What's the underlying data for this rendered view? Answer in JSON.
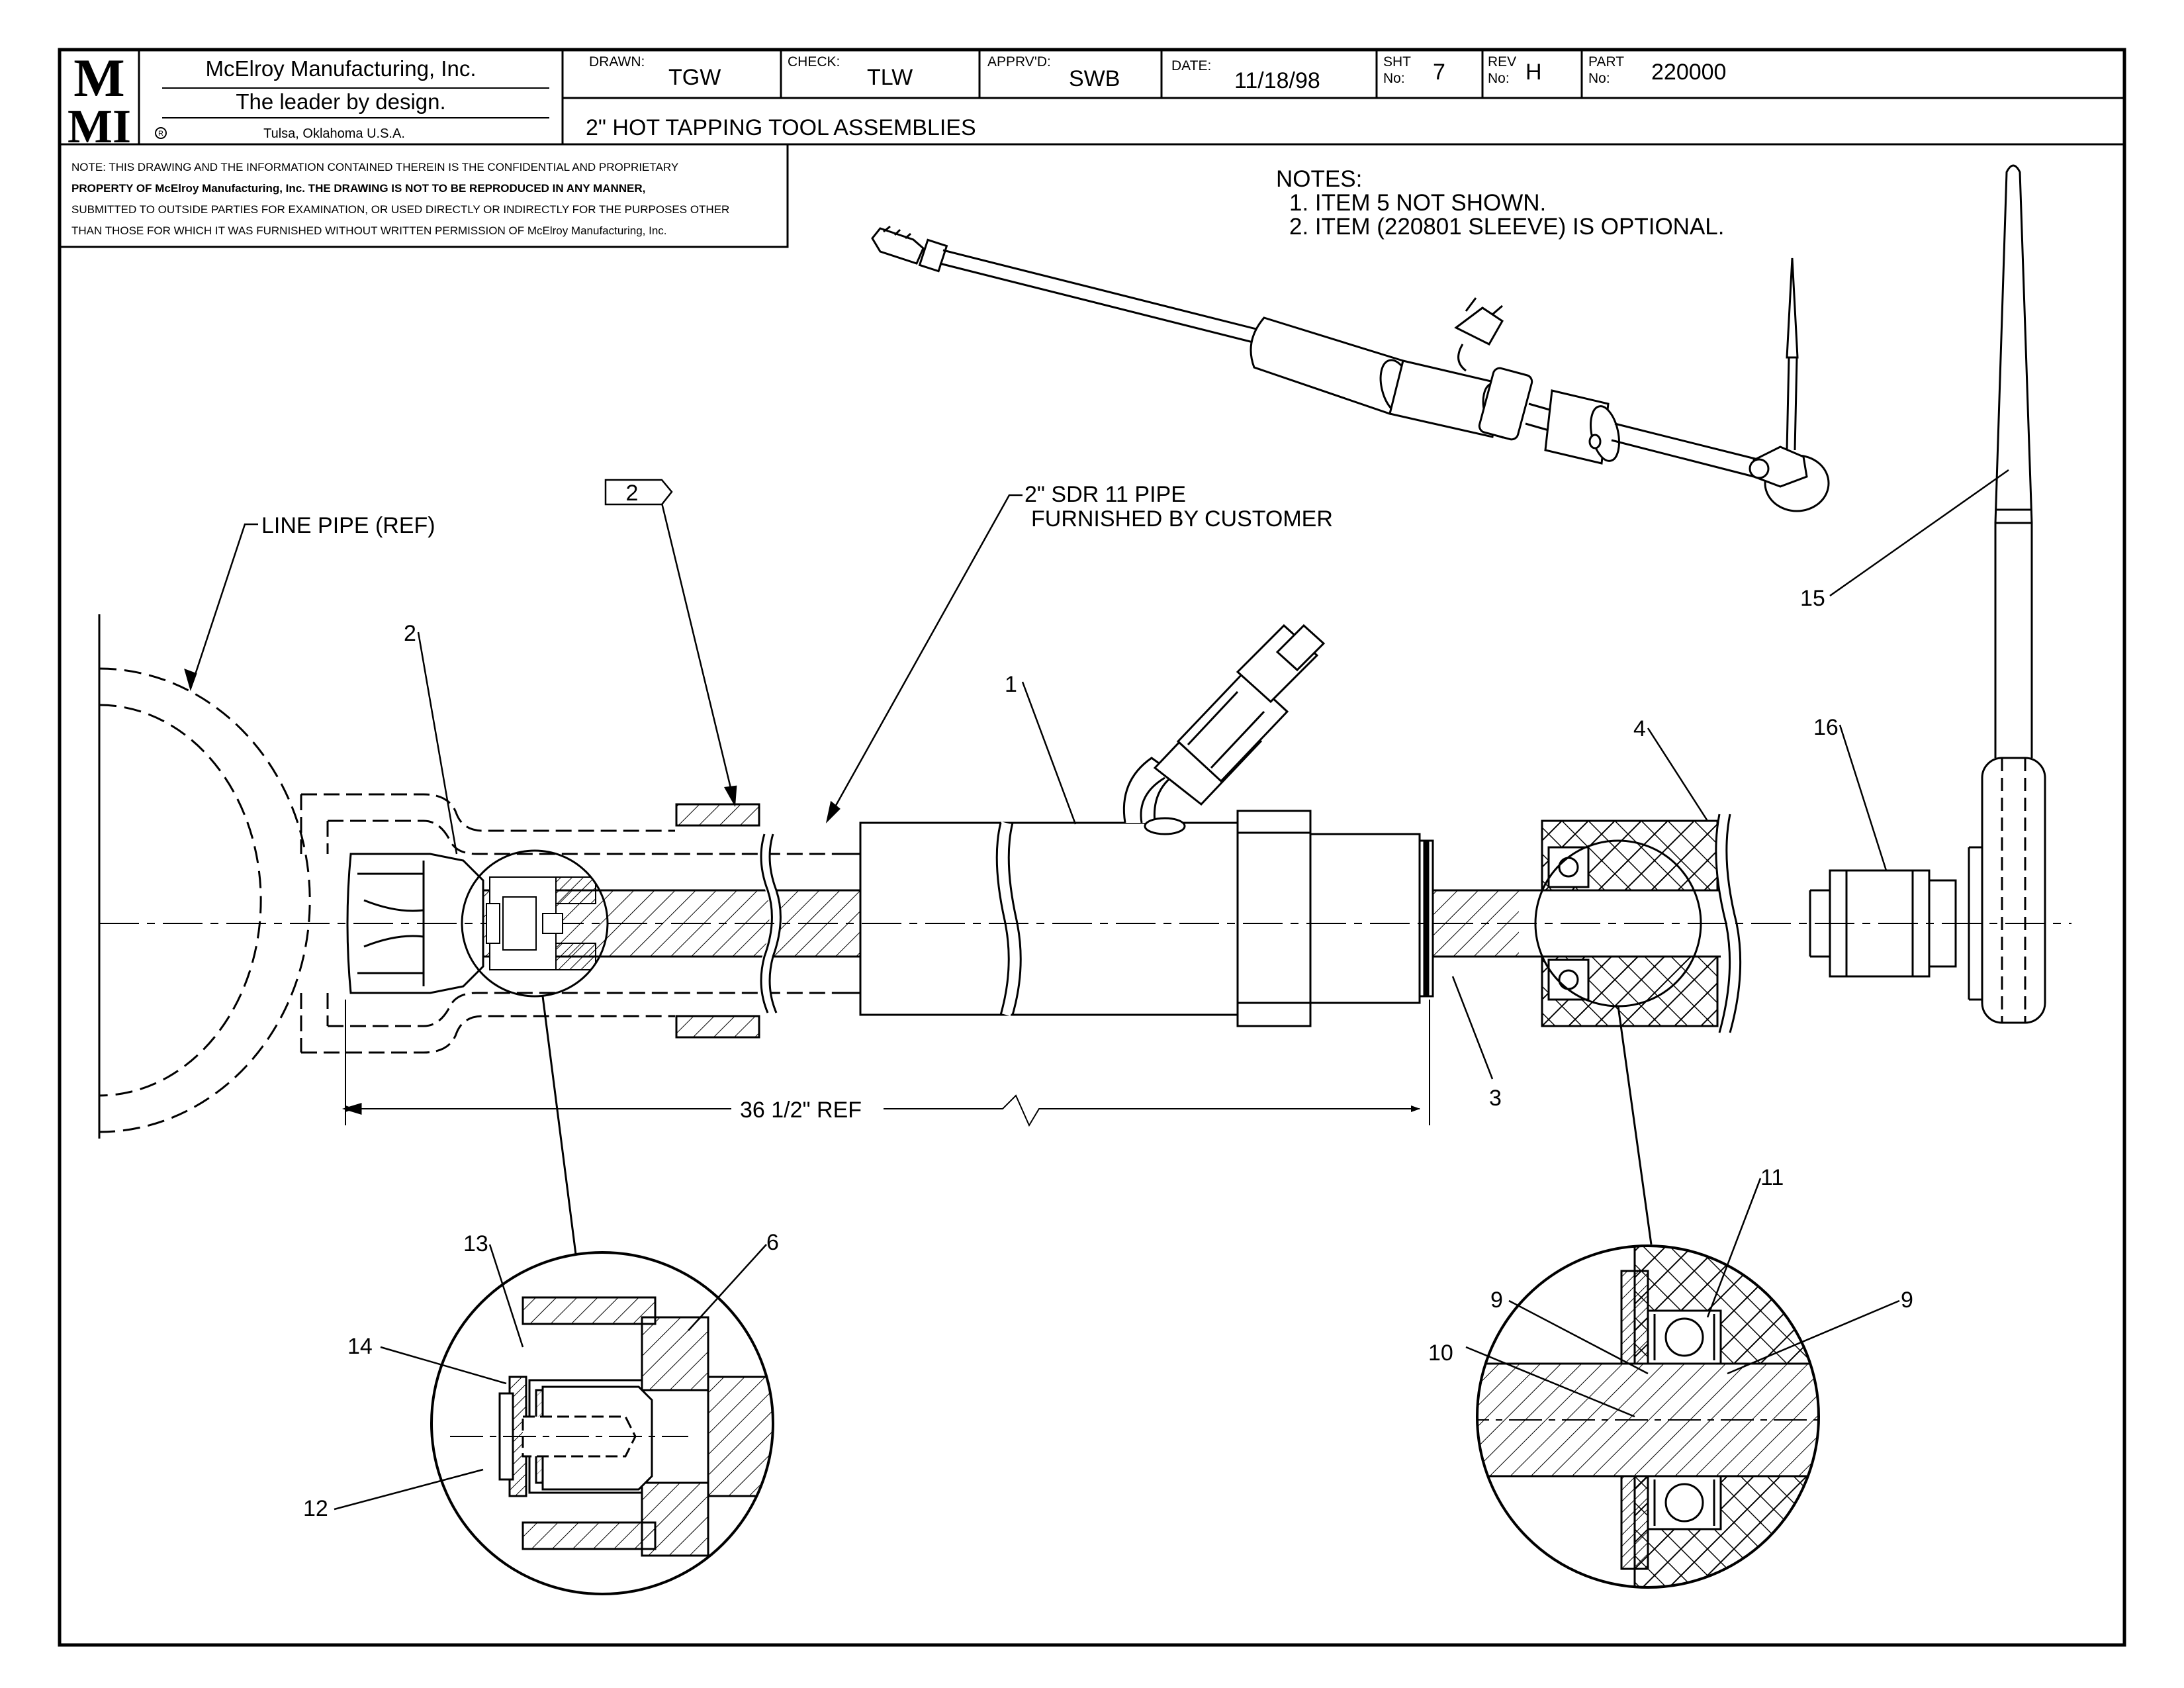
{
  "title_block": {
    "company": "McElroy Manufacturing, Inc.",
    "tagline": "The leader by design.",
    "location": "Tulsa, Oklahoma U.S.A.",
    "logo_text": "MMI",
    "drawn_label": "DRAWN:",
    "drawn_value": "TGW",
    "check_label": "CHECK:",
    "check_value": "TLW",
    "apprvd_label": "APPRV'D:",
    "apprvd_value": "SWB",
    "date_label": "DATE:",
    "date_value": "11/18/98",
    "sht_label_1": "SHT",
    "sht_label_2": "No:",
    "sht_value": "7",
    "rev_label_1": "REV",
    "rev_label_2": "No:",
    "rev_value": "H",
    "part_label_1": "PART",
    "part_label_2": "No:",
    "part_value": "220000",
    "drawing_title": "2\" HOT TAPPING TOOL ASSEMBLIES"
  },
  "proprietary_note": [
    "NOTE: THIS DRAWING AND THE INFORMATION CONTAINED THEREIN IS THE CONFIDENTIAL AND PROPRIETARY",
    "PROPERTY OF McElroy Manufacturing, Inc. THE DRAWING IS NOT TO BE REPRODUCED IN ANY MANNER,",
    "SUBMITTED TO OUTSIDE PARTIES FOR EXAMINATION, OR USED DIRECTLY OR INDIRECTLY FOR THE PURPOSES OTHER",
    "THAN THOSE FOR WHICH IT WAS FURNISHED WITHOUT WRITTEN PERMISSION OF McElroy Manufacturing, Inc."
  ],
  "notes": {
    "heading": "NOTES:",
    "items": [
      "1. ITEM 5 NOT SHOWN.",
      "2. ITEM (220801 SLEEVE) IS OPTIONAL."
    ]
  },
  "callouts": {
    "line_pipe": "LINE PIPE (REF)",
    "pipe_line1": "2\" SDR 11  PIPE",
    "pipe_line2": "FURNISHED BY CUSTOMER",
    "flag": "2",
    "dimension": "36 1/2\" REF",
    "items": [
      "1",
      "2",
      "3",
      "4",
      "6",
      "9",
      "9",
      "10",
      "11",
      "12",
      "13",
      "14",
      "15",
      "16"
    ]
  }
}
